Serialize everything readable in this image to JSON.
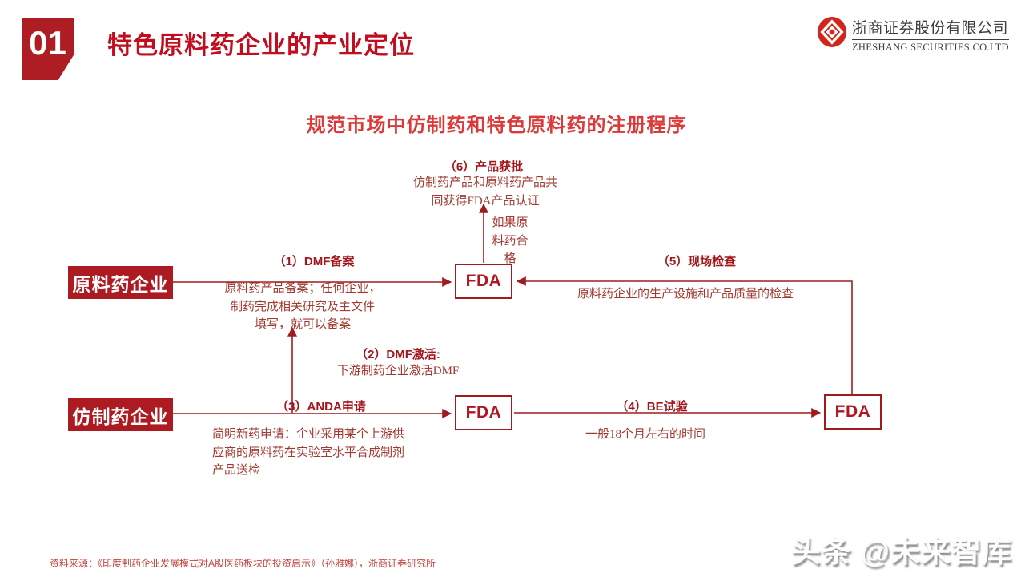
{
  "header": {
    "badge": "01",
    "title": "特色原料药企业的产业定位",
    "logo": {
      "company_cn": "浙商证券股份有限公司",
      "company_en": "ZHESHANG SECURITIES CO.LTD"
    }
  },
  "diagram": {
    "title": "规范市场中仿制药和特色原料药的注册程序",
    "entities": {
      "api_company": "原料药企业",
      "generic_company": "仿制药企业",
      "fda_center": "FDA",
      "fda_bottom": "FDA",
      "fda_right": "FDA"
    },
    "steps": [
      {
        "label": "（1）DMF备案",
        "desc": "原料药产品备案；任何企业，\n制药完成相关研究及主文件\n填写，就可以备案"
      },
      {
        "label": "（2）DMF激活:",
        "desc": "下游制药企业激活DMF"
      },
      {
        "label": "（3）ANDA申请",
        "desc": "简明新药申请：企业采用某个上游供\n应商的原料药在实验室水平合成制剂\n产品送检"
      },
      {
        "label": "（4）BE试验",
        "desc": "一般18个月左右的时间"
      },
      {
        "label": "（5）现场检查",
        "desc": "原料药企业的生产设施和产品质量的检查"
      },
      {
        "label": "（6）产品获批",
        "desc": "仿制药产品和原料药产品共\n同获得FDA产品认证",
        "note": "如果原\n料药合\n格"
      }
    ]
  },
  "footer": {
    "source": "资料来源：《印度制药企业发展模式对A股医药板块的投资启示》（孙雅娜），浙商证券研究所",
    "watermark": "头条 @未来智库"
  },
  "colors": {
    "brand_red": "#AD1B22",
    "badge_red": "#AE1C24",
    "header_title_red": "#C20D1E",
    "diagram_title_red": "#DC3A3A",
    "label_red": "#A3151B",
    "desc_red": "#A23A31",
    "line_red": "#9E1B1E",
    "logo_mark_red": "#D2261C",
    "logo_text_gray": "#3D3D3D",
    "source_red": "#C2423C",
    "watermark_shadow_gray": "#8F8F8F"
  }
}
